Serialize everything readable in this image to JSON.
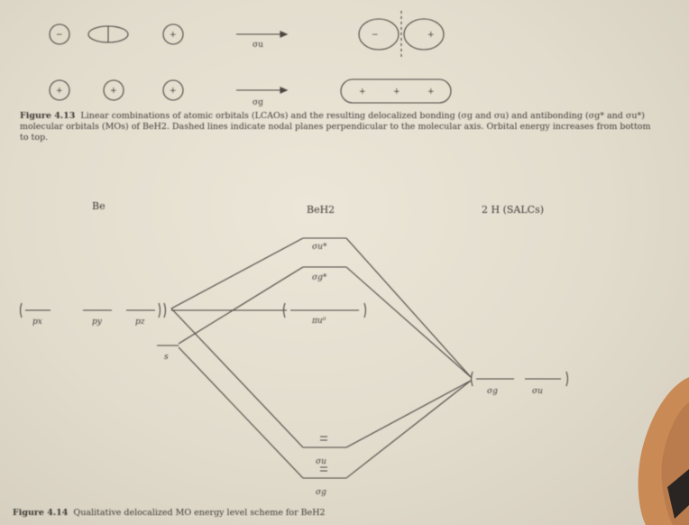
{
  "figure_413": {
    "caption_label": "Figure 4.13",
    "caption_text": "Linear combinations of atomic orbitals (LCAOs) and the resulting delocalized bonding (σg and σu) and antibonding (σg* and σu*) molecular orbitals (MOs) of BeH2. Dashed lines indicate nodal planes perpendicular to the molecular axis. Orbital energy increases from bottom to top.",
    "arrow_label_top": "σu",
    "arrow_label_bottom": "σg"
  },
  "figure_414": {
    "column_be": "Be",
    "column_beh2": "BeH2",
    "column_2h": "2 H (SALCs)",
    "be_p_labels": [
      "px",
      "py",
      "pz"
    ],
    "be_s_label": "s",
    "mo_labels": {
      "sigma_u_star": "σu*",
      "sigma_g_star": "σg*",
      "nonbonding": "πu⁰",
      "sigma_u": "σu",
      "sigma_g": "σg"
    },
    "h_labels": [
      "σg",
      "σu"
    ],
    "caption_label": "Figure 4.14",
    "caption_text": "Qualitative delocalized MO energy level scheme for BeH2"
  },
  "colors": {
    "paper": "#e6e0d2",
    "ink": "#3b3733",
    "hand": "#c98a55",
    "background": "#1e1c1a"
  }
}
